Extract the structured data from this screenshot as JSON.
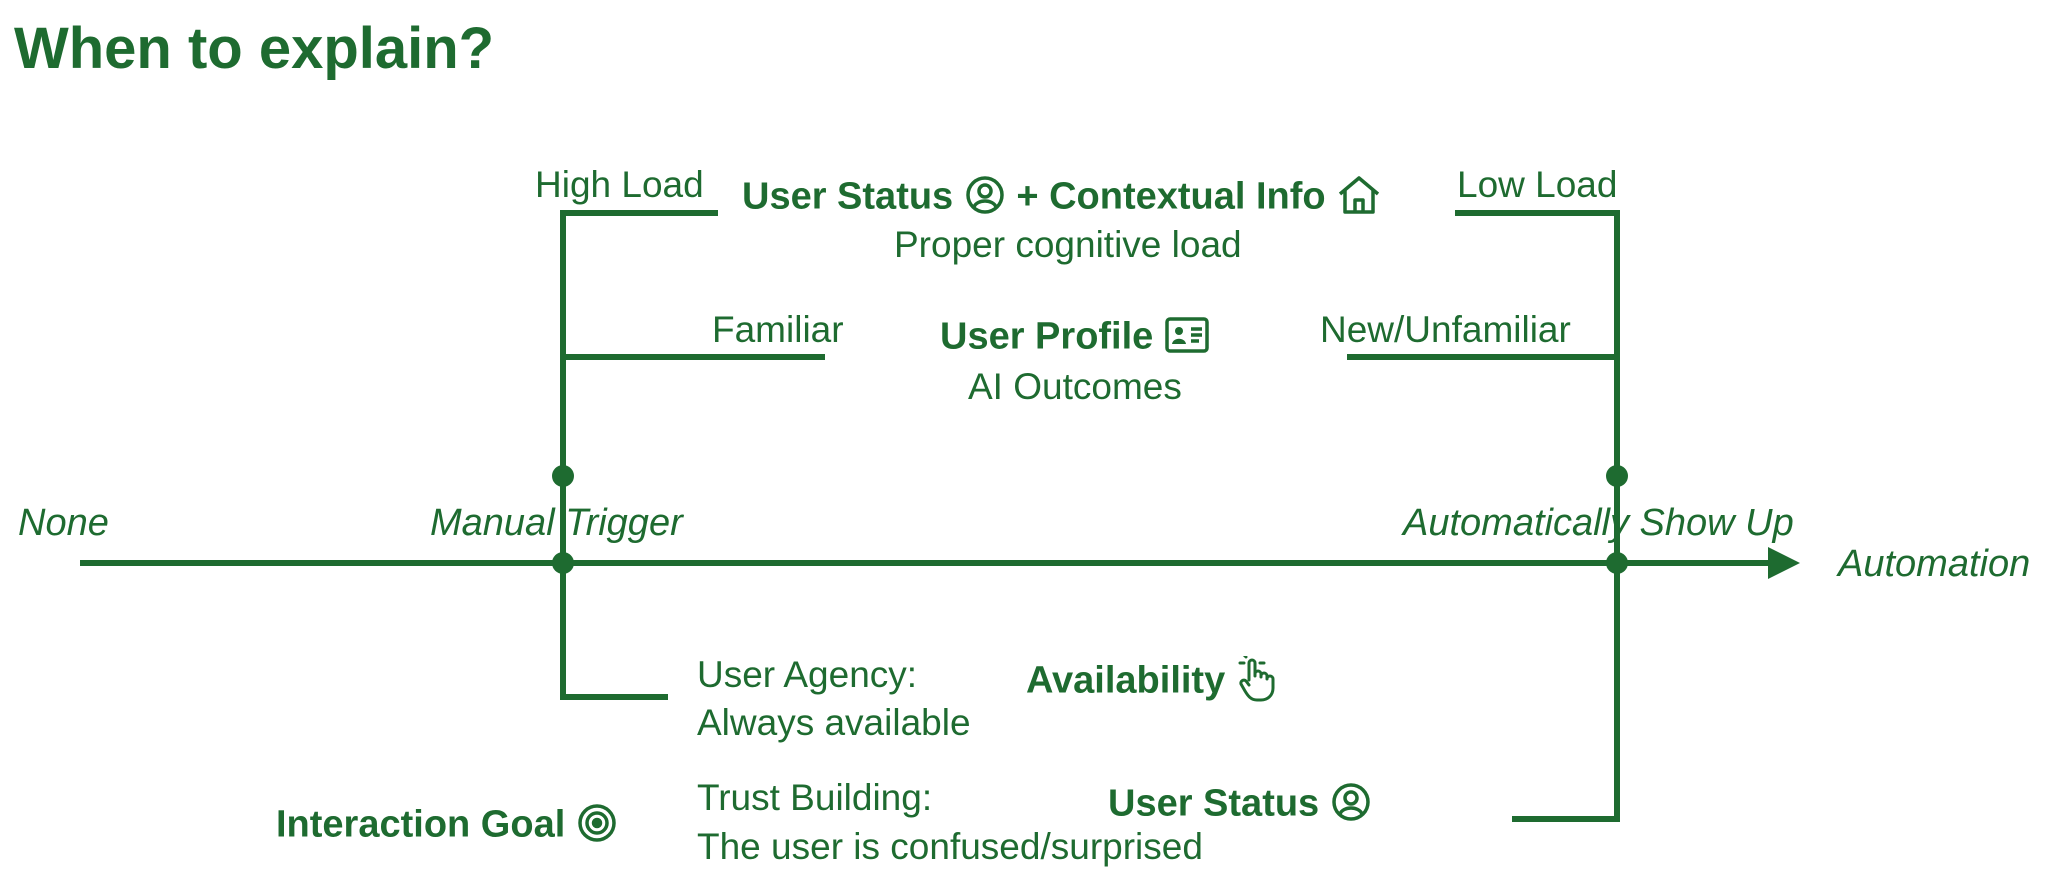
{
  "title": "When to explain?",
  "axis": {
    "left_label": "None",
    "right_label": "Automation",
    "point_manual": "Manual Trigger",
    "point_auto": "Automatically Show Up"
  },
  "cognitive": {
    "heading_a": "User Status",
    "plus": "+",
    "heading_b": "Contextual Info",
    "subtext": "Proper cognitive load",
    "left": "High Load",
    "right": "Low Load"
  },
  "profile": {
    "heading": "User Profile",
    "subtext": "AI Outcomes",
    "left": "Familiar",
    "right": "New/Unfamiliar"
  },
  "availability": {
    "heading": "Availability",
    "line1": "User Agency:",
    "line2": "Always available"
  },
  "goal": {
    "heading": "Interaction Goal",
    "status_heading": "User Status",
    "line1": "Trust Building:",
    "line2": "The user is confused/surprised"
  },
  "icons": {
    "user_status": "user-circle-icon",
    "context": "house-icon",
    "profile": "id-card-icon",
    "availability": "pointer-hand-icon",
    "goal": "target-icon"
  },
  "colors": {
    "accent": "#1e6b30"
  }
}
